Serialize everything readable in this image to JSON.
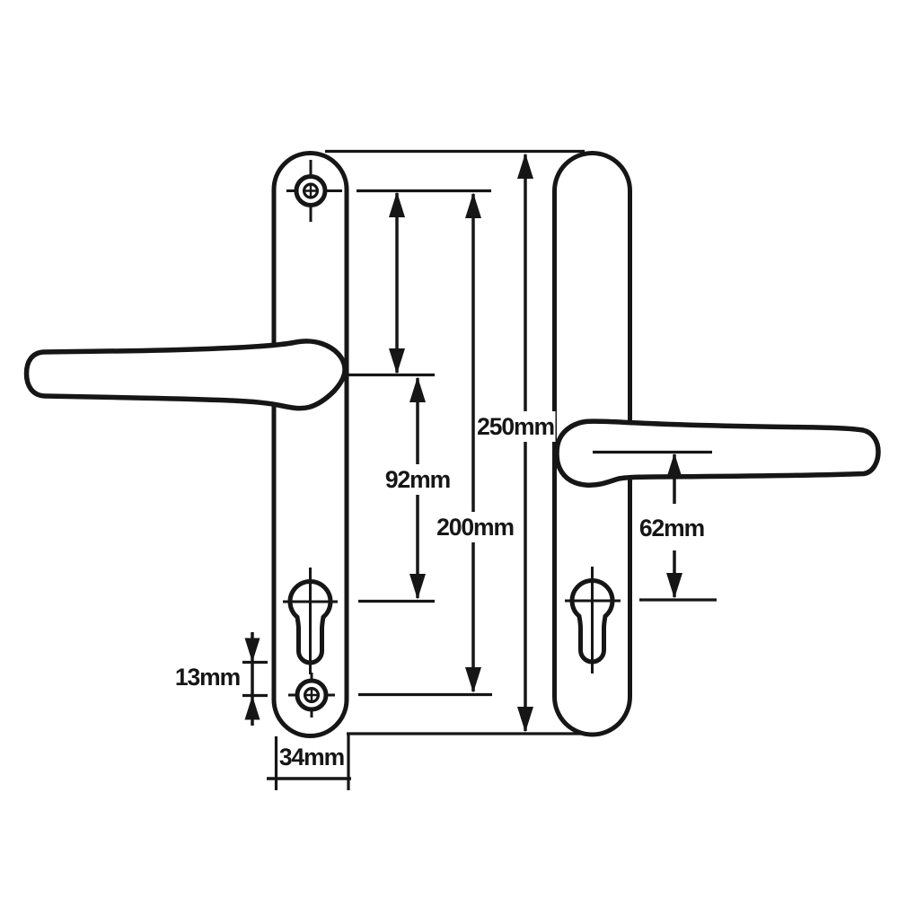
{
  "diagram": {
    "colors": {
      "line": "#161616",
      "background": "#ffffff"
    },
    "dimensions": {
      "total_height": "250mm",
      "fixing_centers": "200mm",
      "lever_to_cylinder_left": "92mm",
      "lever_to_cylinder_right": "62mm",
      "cylinder_to_screw": "13mm",
      "backplate_width": "34mm"
    }
  }
}
